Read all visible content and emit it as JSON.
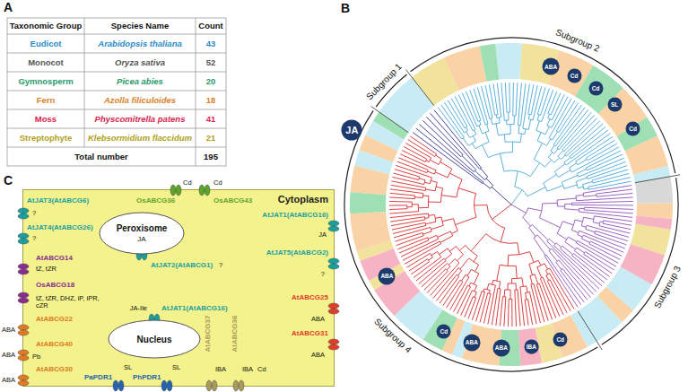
{
  "diagram": {
    "nodes": [
      {
        "text": [
          "Cytoplasm"
        ]
      },
      {
        "text": [
          "Peroxisome",
          "JA"
        ],
        "in": 0
      },
      {
        "text": [
          "Nucleus"
        ],
        "in": 0
      },
      {
        "text": [
          "JA"
        ]
      },
      {
        "text": [
          "ABA"
        ]
      },
      {
        "text": [
          "Cd"
        ]
      },
      {
        "text": [
          "Cd"
        ]
      },
      {
        "text": [
          "SL"
        ]
      },
      {
        "text": [
          "Cd"
        ]
      },
      {
        "text": [
          "Cd"
        ]
      },
      {
        "text": [
          "IBA"
        ]
      },
      {
        "text": [
          "ABA"
        ]
      },
      {
        "text": [
          "ABA"
        ]
      },
      {
        "text": [
          "Cd"
        ]
      },
      {
        "text": [
          "ABA"
        ]
      }
    ],
    "labels": [
      "A",
      "B",
      "C",
      "Taxonomic Group",
      "Species Name",
      "Count",
      "Eudicot",
      "Arabidopsis thaliana",
      "43",
      "Monocot",
      "Oryza sativa",
      "52",
      "Gymnosperm",
      "Picea abies",
      "20",
      "Fern",
      "Azolla filiculoides",
      "18",
      "Moss",
      "Physcomitrella patens",
      "41",
      "Streptophyte",
      "Klebsormidium flaccidum",
      "21",
      "Total number",
      "195",
      "Subgroup 1",
      "Subgroup 2",
      "Subgroup 3",
      "Subgroup 4",
      "AtJAT3(AtABCG6)",
      "?",
      "AtJAT4(AtABCG26)",
      "?",
      "AtABCG14",
      "tZ, tZR",
      "OsABCG18",
      "tZ, tZR, DHZ, iP, iPR, cZR",
      "AtABCG22",
      "ABA",
      "AtABCG40",
      "ABA",
      "Pb",
      "AtABCG30",
      "ABA",
      "OsABCG36",
      "Cd",
      "OsABCG43",
      "Cd",
      "AtJAT2(AtABCG1)",
      "?",
      "AtJAT1(AtABCG16)",
      "JA-Ile",
      "AtJAT1(AtABCG16)",
      "JA",
      "AtJAT5(AtABCG2)",
      "?",
      "AtABCG25",
      "ABA",
      "AtABCG31",
      "ABA",
      "PaPDR1",
      "SL",
      "PhPDR1",
      "SL",
      "AtABCG37",
      "IBA",
      "AtABCG36",
      "IBA",
      "Cd"
    ]
  }
}
